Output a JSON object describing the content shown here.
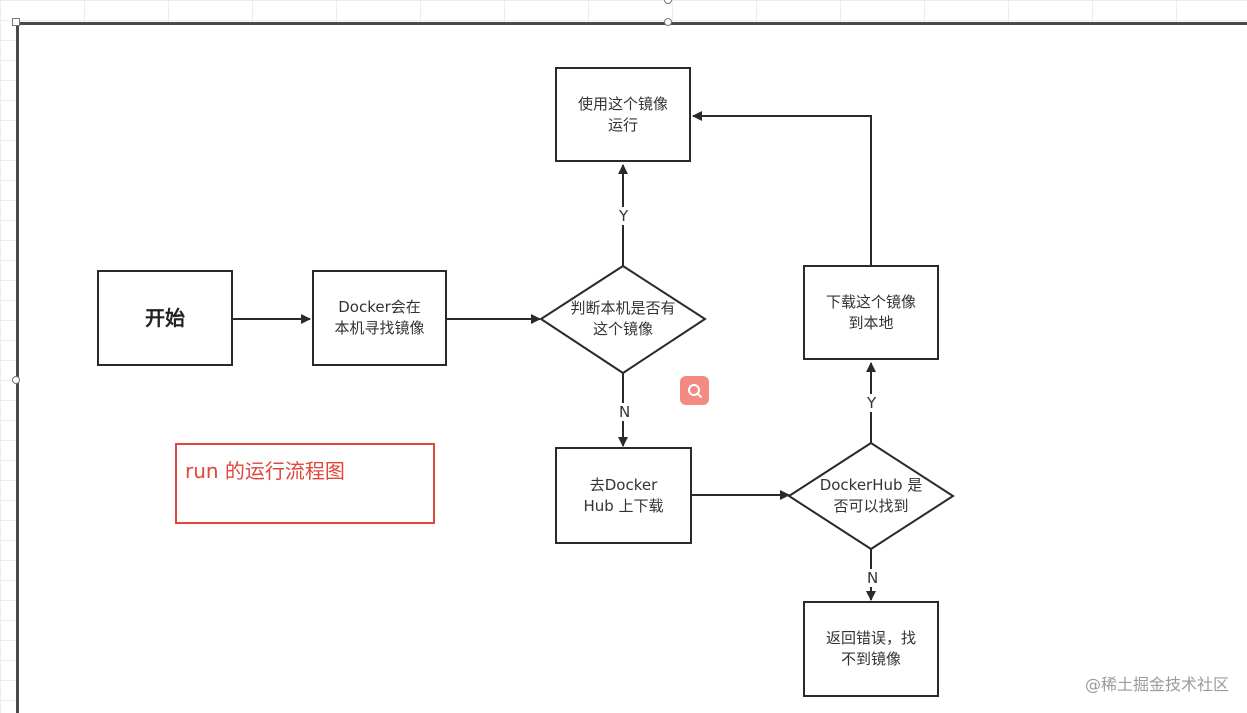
{
  "nodes": {
    "start": "开始",
    "docker_search": "Docker会在\n本机寻找镜像",
    "check_local": "判断本机是否有\n这个镜像",
    "use_image": "使用这个镜像\n运行",
    "go_dockerhub": "去Docker\nHub 上下载",
    "check_hub": "DockerHub 是\n否可以找到",
    "download": "下载这个镜像\n到本地",
    "error": "返回错误，找\n不到镜像"
  },
  "edge_labels": {
    "local_yes": "Y",
    "local_no": "N",
    "hub_yes": "Y",
    "hub_no": "N"
  },
  "note": "run 的运行流程图",
  "watermark": "@稀土掘金技术社区",
  "colors": {
    "node_border": "#2a2a2a",
    "note_accent": "#e0463a",
    "search_button": "#f28b82"
  },
  "icons": {
    "search": "search-icon"
  }
}
